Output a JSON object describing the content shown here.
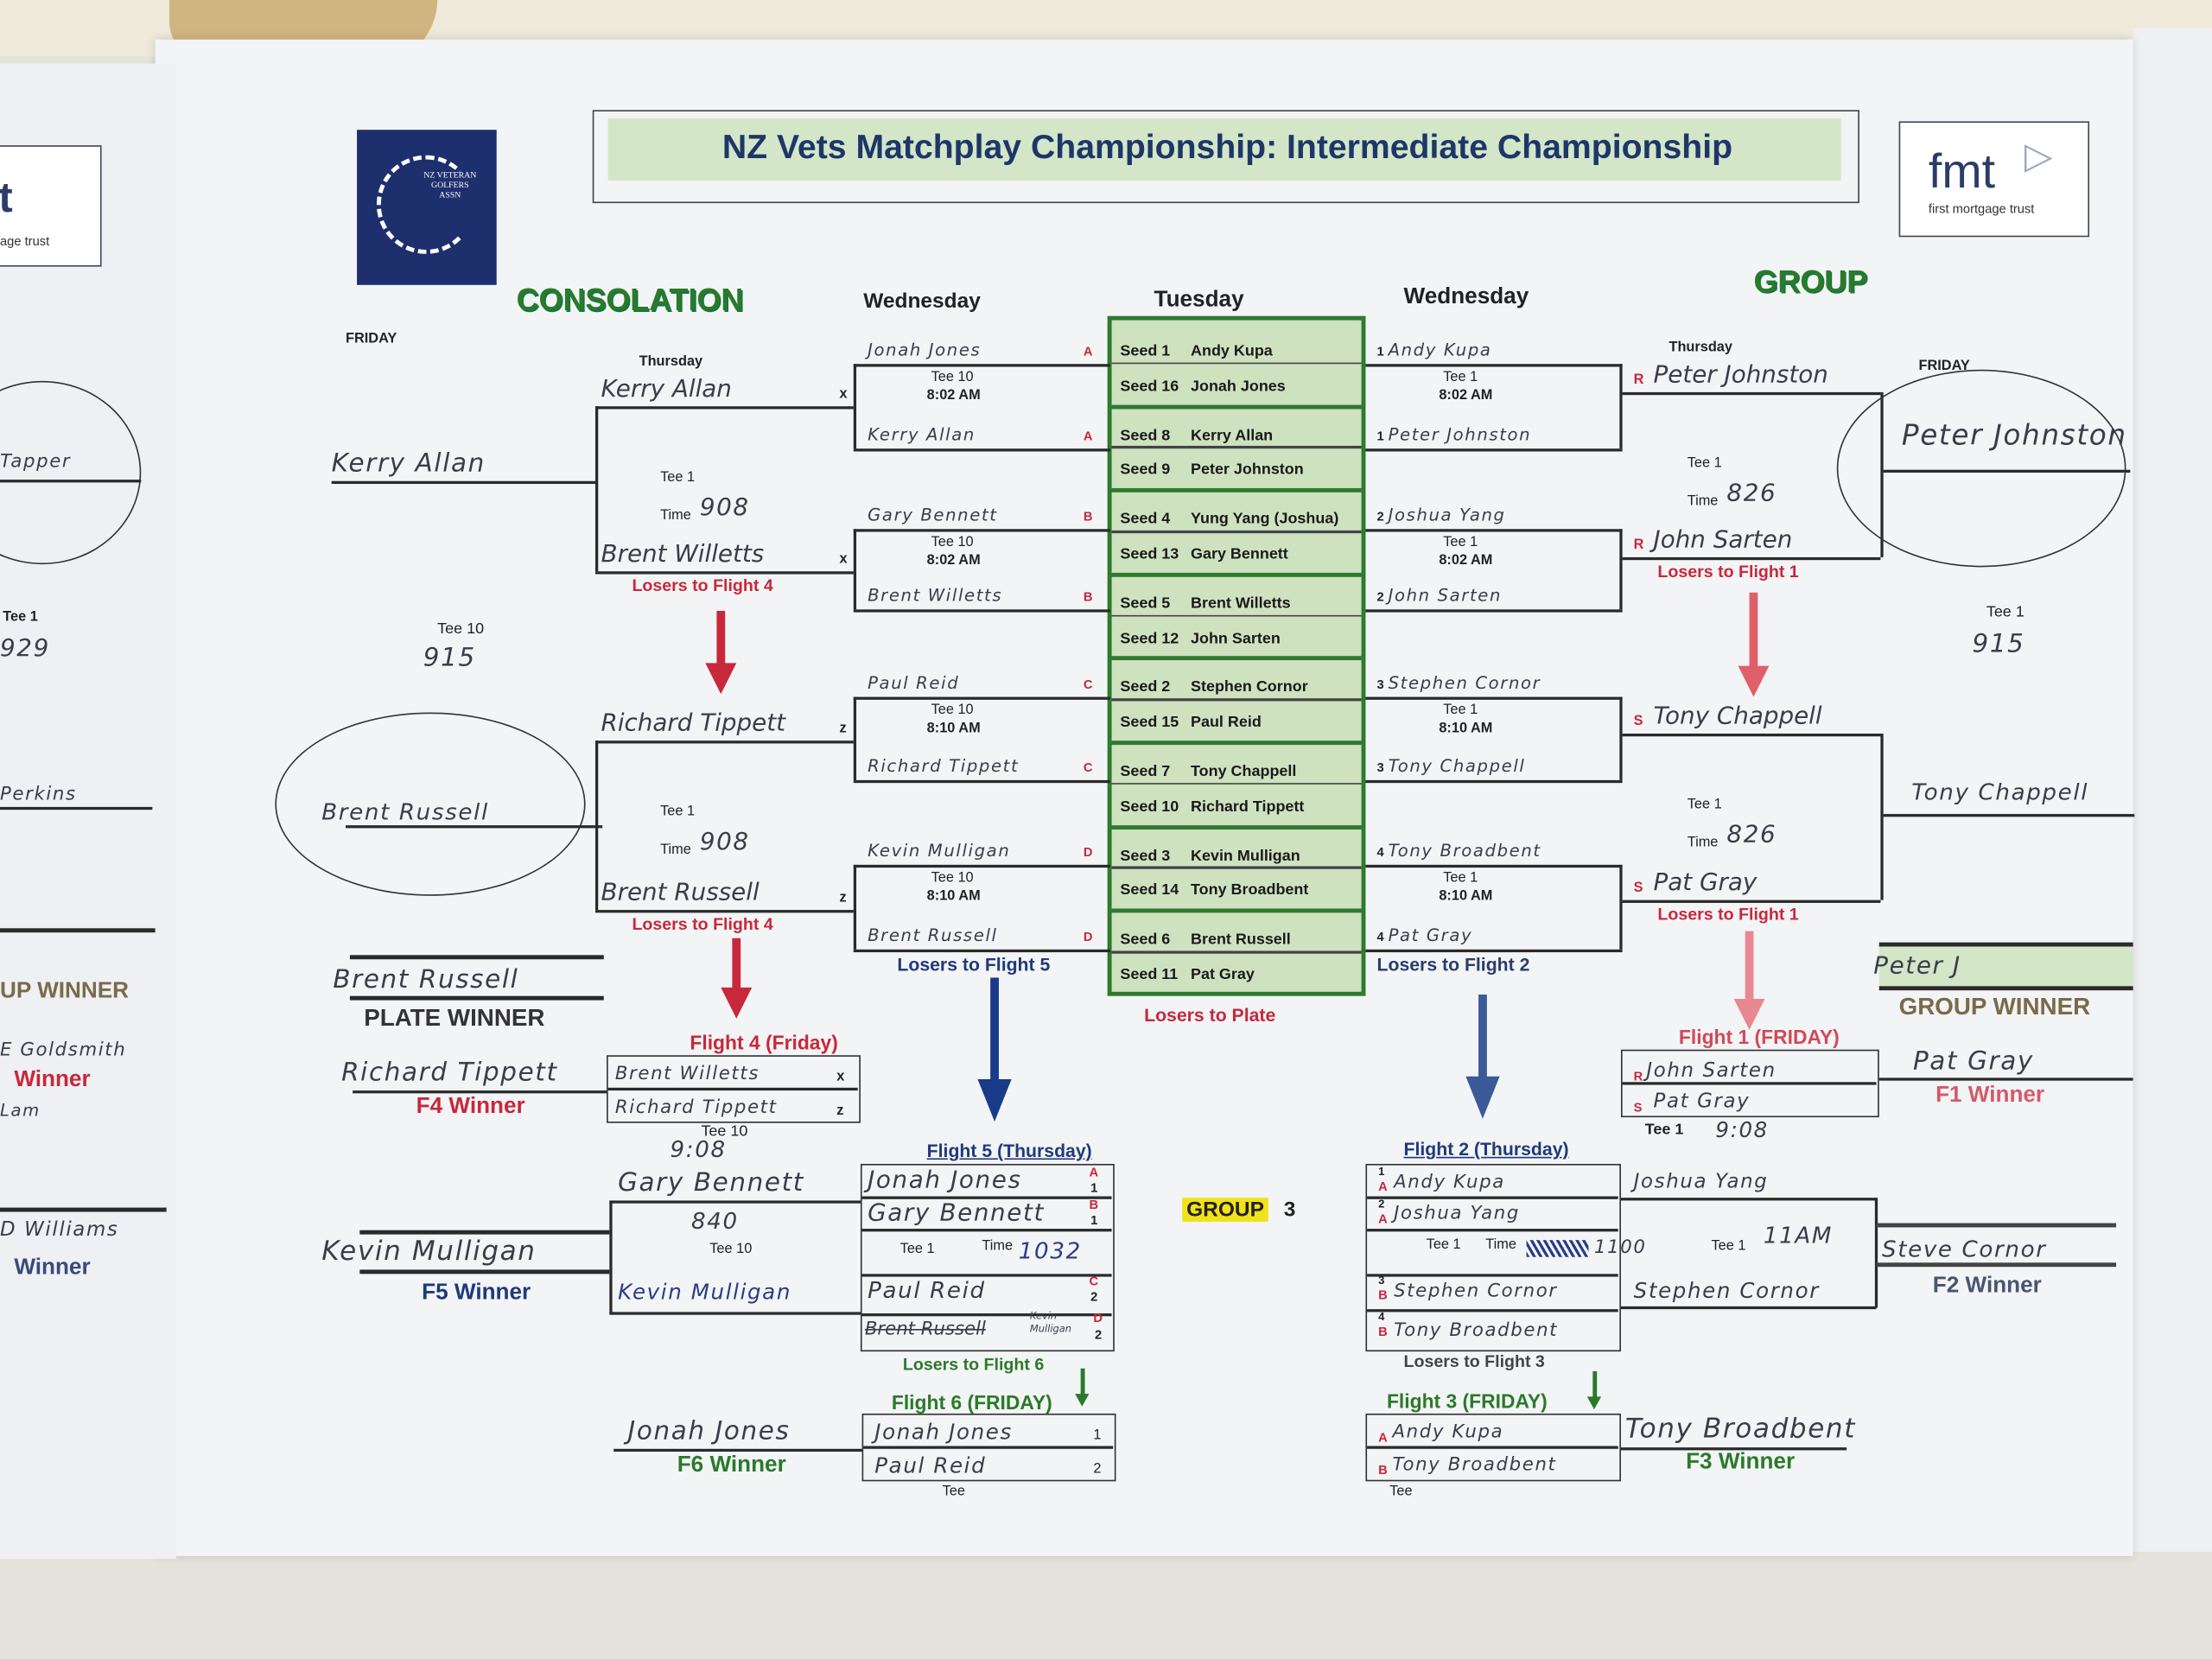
{
  "header": {
    "title": "NZ Vets Matchplay Championship: Intermediate Championship",
    "logo_text": "NZ VETERAN GOLFERS ASSN",
    "sponsor": "fmt",
    "sponsor_sub": "first mortgage trust",
    "left_sponsor_partial": "age trust"
  },
  "sections": {
    "consolation": "CONSOLATION",
    "group": "GROUP",
    "group3": "GROUP",
    "group3_num": "3",
    "wed_left": "Wednesday",
    "tuesday": "Tuesday",
    "wed_right": "Wednesday",
    "friday_left": "FRIDAY",
    "friday_right": "FRIDAY",
    "thursday_left": "Thursday",
    "thursday_right": "Thursday"
  },
  "seeds": [
    {
      "seed": "Seed 1",
      "name": "Andy Kupa"
    },
    {
      "seed": "Seed 16",
      "name": "Jonah Jones"
    },
    {
      "seed": "Seed 8",
      "name": "Kerry Allan"
    },
    {
      "seed": "Seed 9",
      "name": "Peter Johnston"
    },
    {
      "seed": "Seed 4",
      "name": "Yung Yang (Joshua)"
    },
    {
      "seed": "Seed 13",
      "name": "Gary Bennett"
    },
    {
      "seed": "Seed 5",
      "name": "Brent Willetts"
    },
    {
      "seed": "Seed 12",
      "name": "John Sarten"
    },
    {
      "seed": "Seed 2",
      "name": "Stephen Cornor"
    },
    {
      "seed": "Seed 15",
      "name": "Paul Reid"
    },
    {
      "seed": "Seed 7",
      "name": "Tony Chappell"
    },
    {
      "seed": "Seed 10",
      "name": "Richard Tippett"
    },
    {
      "seed": "Seed 3",
      "name": "Kevin Mulligan"
    },
    {
      "seed": "Seed 14",
      "name": "Tony Broadbent"
    },
    {
      "seed": "Seed 6",
      "name": "Brent Russell"
    },
    {
      "seed": "Seed 11",
      "name": "Pat Gray"
    }
  ],
  "losers_to_plate": "Losers to Plate",
  "wed_left": {
    "entries": [
      {
        "name": "Jonah Jones",
        "tag": "A"
      },
      {
        "name": "Kerry Allan",
        "tag": "A"
      },
      {
        "name": "Gary Bennett",
        "tag": "B"
      },
      {
        "name": "Brent Willetts",
        "tag": "B"
      },
      {
        "name": "Paul Reid",
        "tag": "C"
      },
      {
        "name": "Richard Tippett",
        "tag": "C"
      },
      {
        "name": "Kevin Mulligan",
        "tag": "D"
      },
      {
        "name": "Brent Russell",
        "tag": "D"
      }
    ],
    "tees": [
      {
        "tee": "Tee 10",
        "time": "8:02 AM"
      },
      {
        "tee": "Tee 10",
        "time": "8:02 AM"
      },
      {
        "tee": "Tee 10",
        "time": "8:10 AM"
      },
      {
        "tee": "Tee 10",
        "time": "8:10 AM"
      }
    ],
    "losers": "Losers to Flight 5"
  },
  "wed_right": {
    "entries": [
      {
        "name": "Andy Kupa",
        "tag": "1"
      },
      {
        "name": "Peter Johnston",
        "tag": "1"
      },
      {
        "name": "Joshua Yang",
        "tag": "2"
      },
      {
        "name": "John Sarten",
        "tag": "2"
      },
      {
        "name": "Stephen Cornor",
        "tag": "3"
      },
      {
        "name": "Tony Chappell",
        "tag": "3"
      },
      {
        "name": "Tony Broadbent",
        "tag": "4"
      },
      {
        "name": "Pat Gray",
        "tag": "4"
      }
    ],
    "tees": [
      {
        "tee": "Tee 1",
        "time": "8:02 AM"
      },
      {
        "tee": "Tee 1",
        "time": "8:02 AM"
      },
      {
        "tee": "Tee 1",
        "time": "8:10 AM"
      },
      {
        "tee": "Tee 1",
        "time": "8:10 AM"
      }
    ],
    "losers": "Losers to Flight 2"
  },
  "cons_thu": {
    "entries": [
      {
        "name": "Kerry Allan",
        "tag": "x"
      },
      {
        "name": "Brent Willetts",
        "tag": "x"
      },
      {
        "name": "Richard Tippett",
        "tag": "z"
      },
      {
        "name": "Brent Russell",
        "tag": "z"
      }
    ],
    "tees": [
      {
        "tee": "Tee 1",
        "time_label": "Time",
        "time": "908"
      },
      {
        "tee": "Tee 1",
        "time_label": "Time",
        "time": "908"
      }
    ],
    "losers": [
      "Losers to Flight 4",
      "Losers to Flight 4"
    ]
  },
  "cons_fri": {
    "top": "Kerry Allan",
    "bottom": "Brent Russell",
    "tee": "Tee 10",
    "time": "915",
    "winner": "Brent Russell",
    "winner_label": "PLATE WINNER"
  },
  "group_thu": {
    "entries": [
      {
        "name": "Peter Johnston",
        "tag": "R"
      },
      {
        "name": "John Sarten",
        "tag": "R"
      },
      {
        "name": "Tony Chappell",
        "tag": "S"
      },
      {
        "name": "Pat Gray",
        "tag": "S"
      }
    ],
    "tees": [
      {
        "tee": "Tee 1",
        "time_label": "Time",
        "time": "826"
      },
      {
        "tee": "Tee 1",
        "time_label": "Time",
        "time": "826"
      }
    ],
    "losers": [
      "Losers to Flight 1",
      "Losers to Flight 1"
    ]
  },
  "group_fri": {
    "top": "Peter Johnston",
    "bottom": "Tony Chappell",
    "tee": "Tee 1",
    "time": "915",
    "winner": "Peter J",
    "winner_label": "GROUP WINNER"
  },
  "flight4": {
    "title": "Flight 4   (Friday)",
    "p1": "Brent Willetts",
    "t1": "x",
    "p2": "Richard Tippett",
    "t2": "z",
    "tee": "Tee 10",
    "time": "9:08",
    "winner": "Richard Tippett",
    "winner_label": "F4 Winner"
  },
  "flight5": {
    "title": "Flight 5 (Thursday)",
    "players": [
      {
        "name": "Jonah Jones",
        "tag": "A",
        "num": "1"
      },
      {
        "name": "Gary Bennett",
        "tag": "B",
        "num": "1"
      },
      {
        "name": "Paul Reid",
        "tag": "C",
        "num": "2"
      },
      {
        "name": "Brent Russell",
        "replacement": "Kevin Mulligan",
        "tag": "D",
        "num": "2"
      }
    ],
    "tee": "Tee 1",
    "time_label": "Time",
    "time": "1032",
    "losers": "Losers to Flight 6",
    "semi_top": "Gary Bennett",
    "semi_bottom": "Kevin Mulligan",
    "semi_time": "840",
    "semi_tee": "Tee 10",
    "winner": "Kevin Mulligan",
    "winner_label": "F5 Winner"
  },
  "flight6": {
    "title": "Flight 6 (FRIDAY)",
    "p1": "Jonah Jones",
    "n1": "1",
    "p2": "Paul Reid",
    "n2": "2",
    "tee": "Tee",
    "winner": "Jonah Jones",
    "winner_label": "F6 Winner"
  },
  "flight2": {
    "title": "Flight 2 (Thursday)",
    "players": [
      {
        "name": "Andy Kupa",
        "tag": "A",
        "num": "1"
      },
      {
        "name": "Joshua Yang",
        "tag": "A",
        "num": "2"
      },
      {
        "name": "Stephen Cornor",
        "tag": "B",
        "num": "3"
      },
      {
        "name": "Tony Broadbent",
        "tag": "B",
        "num": "4"
      }
    ],
    "tee": "Tee 1",
    "time_label": "Time",
    "time": "1100",
    "losers": "Losers to Flight 3",
    "semi_top": "Joshua Yang",
    "semi_bottom": "Stephen Cornor",
    "semi_tee": "Tee 1",
    "semi_time": "11AM",
    "winner": "Steve Cornor",
    "winner_label": "F2 Winner"
  },
  "flight1": {
    "title": "Flight 1 (FRIDAY)",
    "p1": "John Sarten",
    "t1": "R",
    "p2": "Pat Gray",
    "t2": "S",
    "tee": "Tee 1",
    "time": "9:08",
    "winner": "Pat Gray",
    "winner_label": "F1 Winner"
  },
  "flight3": {
    "title": "Flight 3 (FRIDAY)",
    "p1": "Andy Kupa",
    "t1": "A",
    "p2": "Tony Broadbent",
    "t2": "B",
    "tee": "Tee",
    "winner": "Tony Broadbent",
    "winner_label": "F3 Winner"
  },
  "left_sheet": {
    "name1": "Tapper",
    "tee": "Tee 1",
    "time": "929",
    "name2": "Perkins",
    "label1": "UP WINNER",
    "name3": "E Goldsmith",
    "winner1": "Winner",
    "name4": "Lam",
    "name5": "D Williams",
    "winner2": "Winner"
  },
  "colors": {
    "seed_bg": "#cfe2c0",
    "seed_border": "#2f7a2f",
    "red": "#c8283a",
    "navy": "#1f3a7a",
    "green": "#2a7a2a"
  }
}
